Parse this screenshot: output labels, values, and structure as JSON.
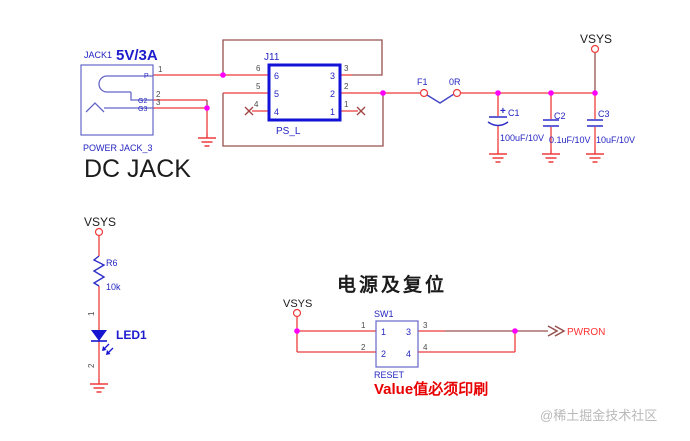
{
  "sections": {
    "dcjack": {
      "refdes": "JACK1",
      "rating": "5V/3A",
      "footprint": "POWER JACK_3",
      "caption": "DC JACK",
      "pin_names": {
        "p": "P",
        "g2": "G2",
        "g3": "G3"
      },
      "pin_numbers": {
        "p": "1",
        "g2": "2",
        "g3": "3"
      }
    },
    "module": {
      "refdes": "J11",
      "value": "PS_L",
      "pins_left": [
        "6",
        "5",
        "4"
      ],
      "pins_right": [
        "3",
        "2",
        "1"
      ]
    },
    "fuse": {
      "refdes": "F1",
      "value": "0R"
    },
    "caps": [
      {
        "refdes": "C1",
        "value": "100uF/10V",
        "polarity": "+"
      },
      {
        "refdes": "C2",
        "value": "0.1uF/10V"
      },
      {
        "refdes": "C3",
        "value": "10uF/10V"
      }
    ],
    "nets": {
      "vsys": "VSYS",
      "pwron": "PWRON"
    },
    "led_branch": {
      "resistor_refdes": "R6",
      "resistor_value": "10k",
      "led_refdes": "LED1",
      "pin1": "1",
      "pin2": "2"
    },
    "reset": {
      "title": "电源及复位",
      "refdes": "SW1",
      "value": "RESET",
      "pins_left": [
        "1",
        "2"
      ],
      "pins_right": [
        "3",
        "4"
      ],
      "note": "Value值必须印刷"
    }
  },
  "watermark": "@稀土掘金技术社区",
  "colors": {
    "wire": "#ee3b3b",
    "wire_alt": "#96504e",
    "junction": "#ff00ff",
    "component_outline": "#6666c8",
    "module_outline": "#1313d8",
    "symbol": "#2d2dc8",
    "label": "#2525c2",
    "note": "#e80000"
  }
}
